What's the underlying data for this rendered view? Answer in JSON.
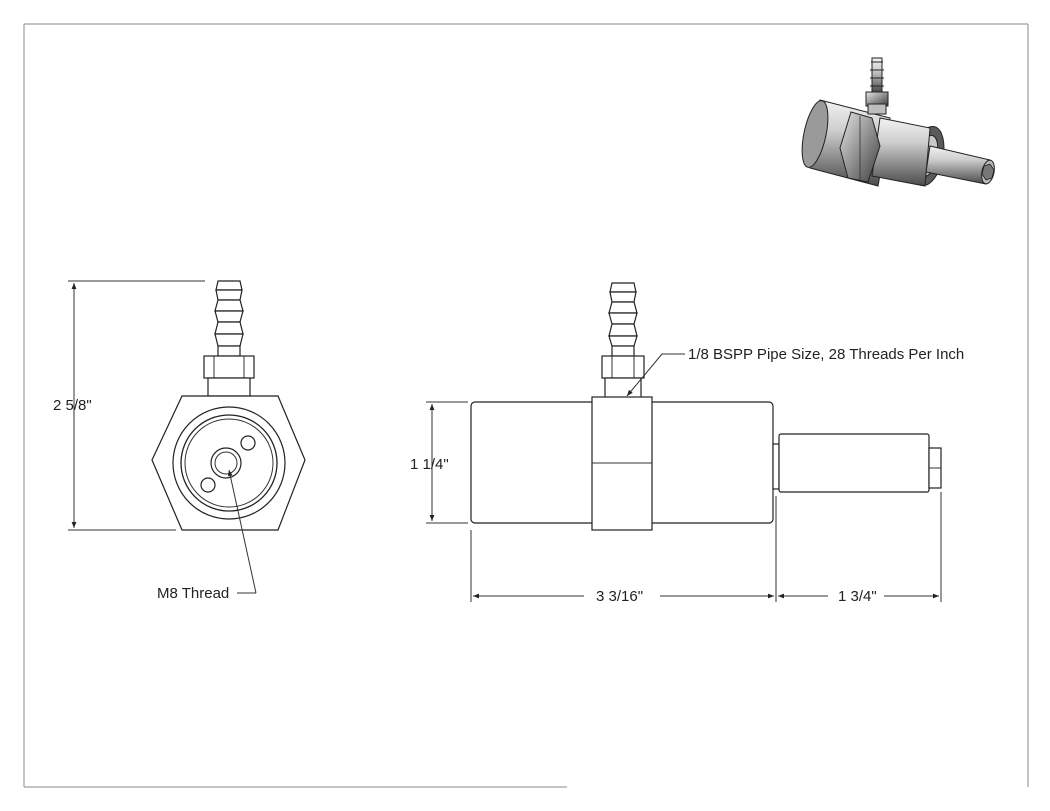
{
  "dimensions": {
    "overall_height": "2 5/8\"",
    "body_diameter": "1 1/4\"",
    "body_length": "3 3/16\"",
    "shaft_length": "1 3/4\""
  },
  "callouts": {
    "pipe_thread": "1/8 BSPP Pipe Size, 28 Threads Per Inch",
    "center_thread": "M8 Thread"
  },
  "colors": {
    "line": "#222222",
    "border": "#888888",
    "metal_light": "#d8d8d8",
    "metal_dark": "#4a4a4a"
  }
}
